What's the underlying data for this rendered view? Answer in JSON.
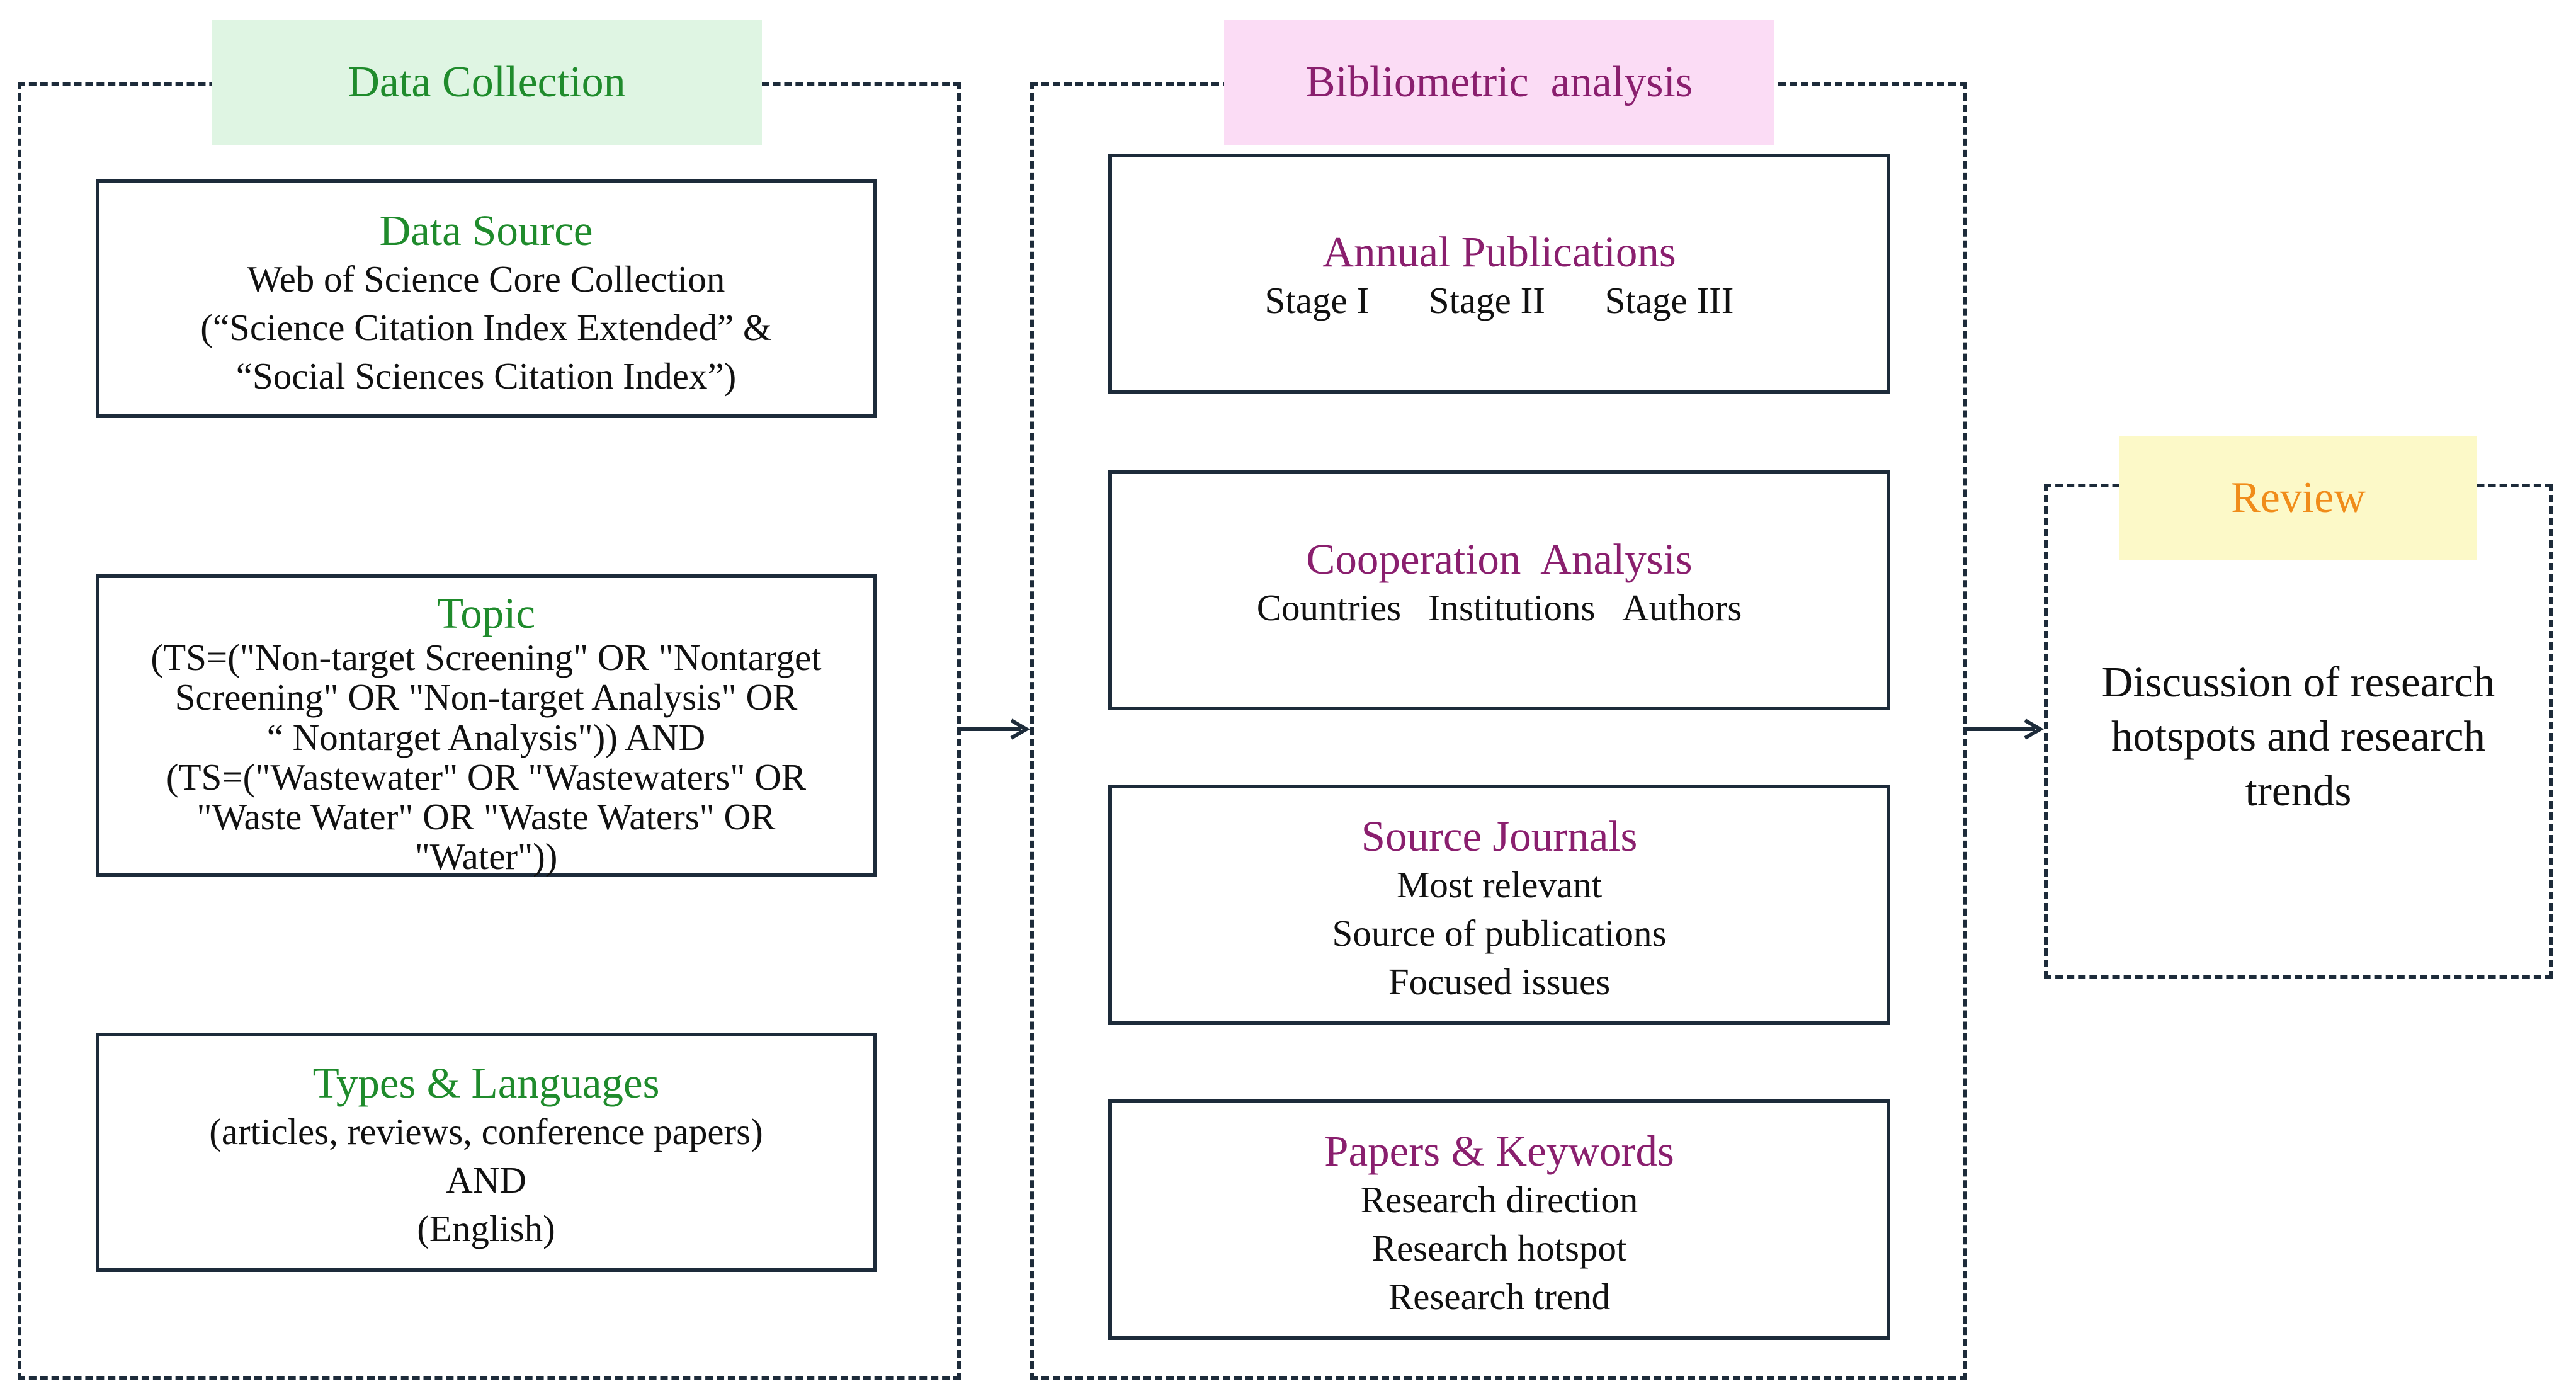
{
  "colors": {
    "border": "#1d2b3a",
    "green_text": "#1f8b2c",
    "green_fill": "#dff5e3",
    "purple_text": "#8a1f6e",
    "pink_fill": "#fbdcf5",
    "orange_text": "#f08c1a",
    "yellow_fill": "#fcf9c8"
  },
  "data_collection": {
    "title": "Data Collection",
    "data_source": {
      "title": "Data Source",
      "lines": [
        "Web of Science Core Collection",
        "(“Science Citation Index Extended” &",
        "“Social Sciences Citation Index”)"
      ]
    },
    "topic": {
      "title": "Topic",
      "lines": [
        "(TS=(\"Non-target Screening\" OR \"Nontarget",
        "Screening\" OR \"Non-target Analysis\" OR",
        "“ Nontarget Analysis\")) AND",
        "(TS=(\"Wastewater\" OR \"Wastewaters\" OR",
        "\"Waste Water\" OR \"Waste Waters\" OR",
        "\"Water\"))"
      ]
    },
    "types_languages": {
      "title": "Types & Languages",
      "lines": [
        "(articles, reviews, conference papers)",
        "AND",
        "(English)"
      ]
    }
  },
  "bibliometric": {
    "title": "Bibliometric  analysis",
    "annual": {
      "title": "Annual Publications",
      "stages": [
        "Stage I",
        "Stage II",
        "Stage III"
      ]
    },
    "cooperation": {
      "title": "Cooperation  Analysis",
      "items": [
        "Countries",
        "Institutions",
        "Authors"
      ]
    },
    "journals": {
      "title": "Source Journals",
      "lines": [
        "Most relevant",
        "Source of publications",
        "Focused issues"
      ]
    },
    "papers": {
      "title": "Papers & Keywords",
      "lines": [
        "Research direction",
        "Research hotspot",
        "Research trend"
      ]
    }
  },
  "review": {
    "title": "Review",
    "lines": [
      "Discussion of research",
      "hotspots and research",
      "trends"
    ]
  }
}
